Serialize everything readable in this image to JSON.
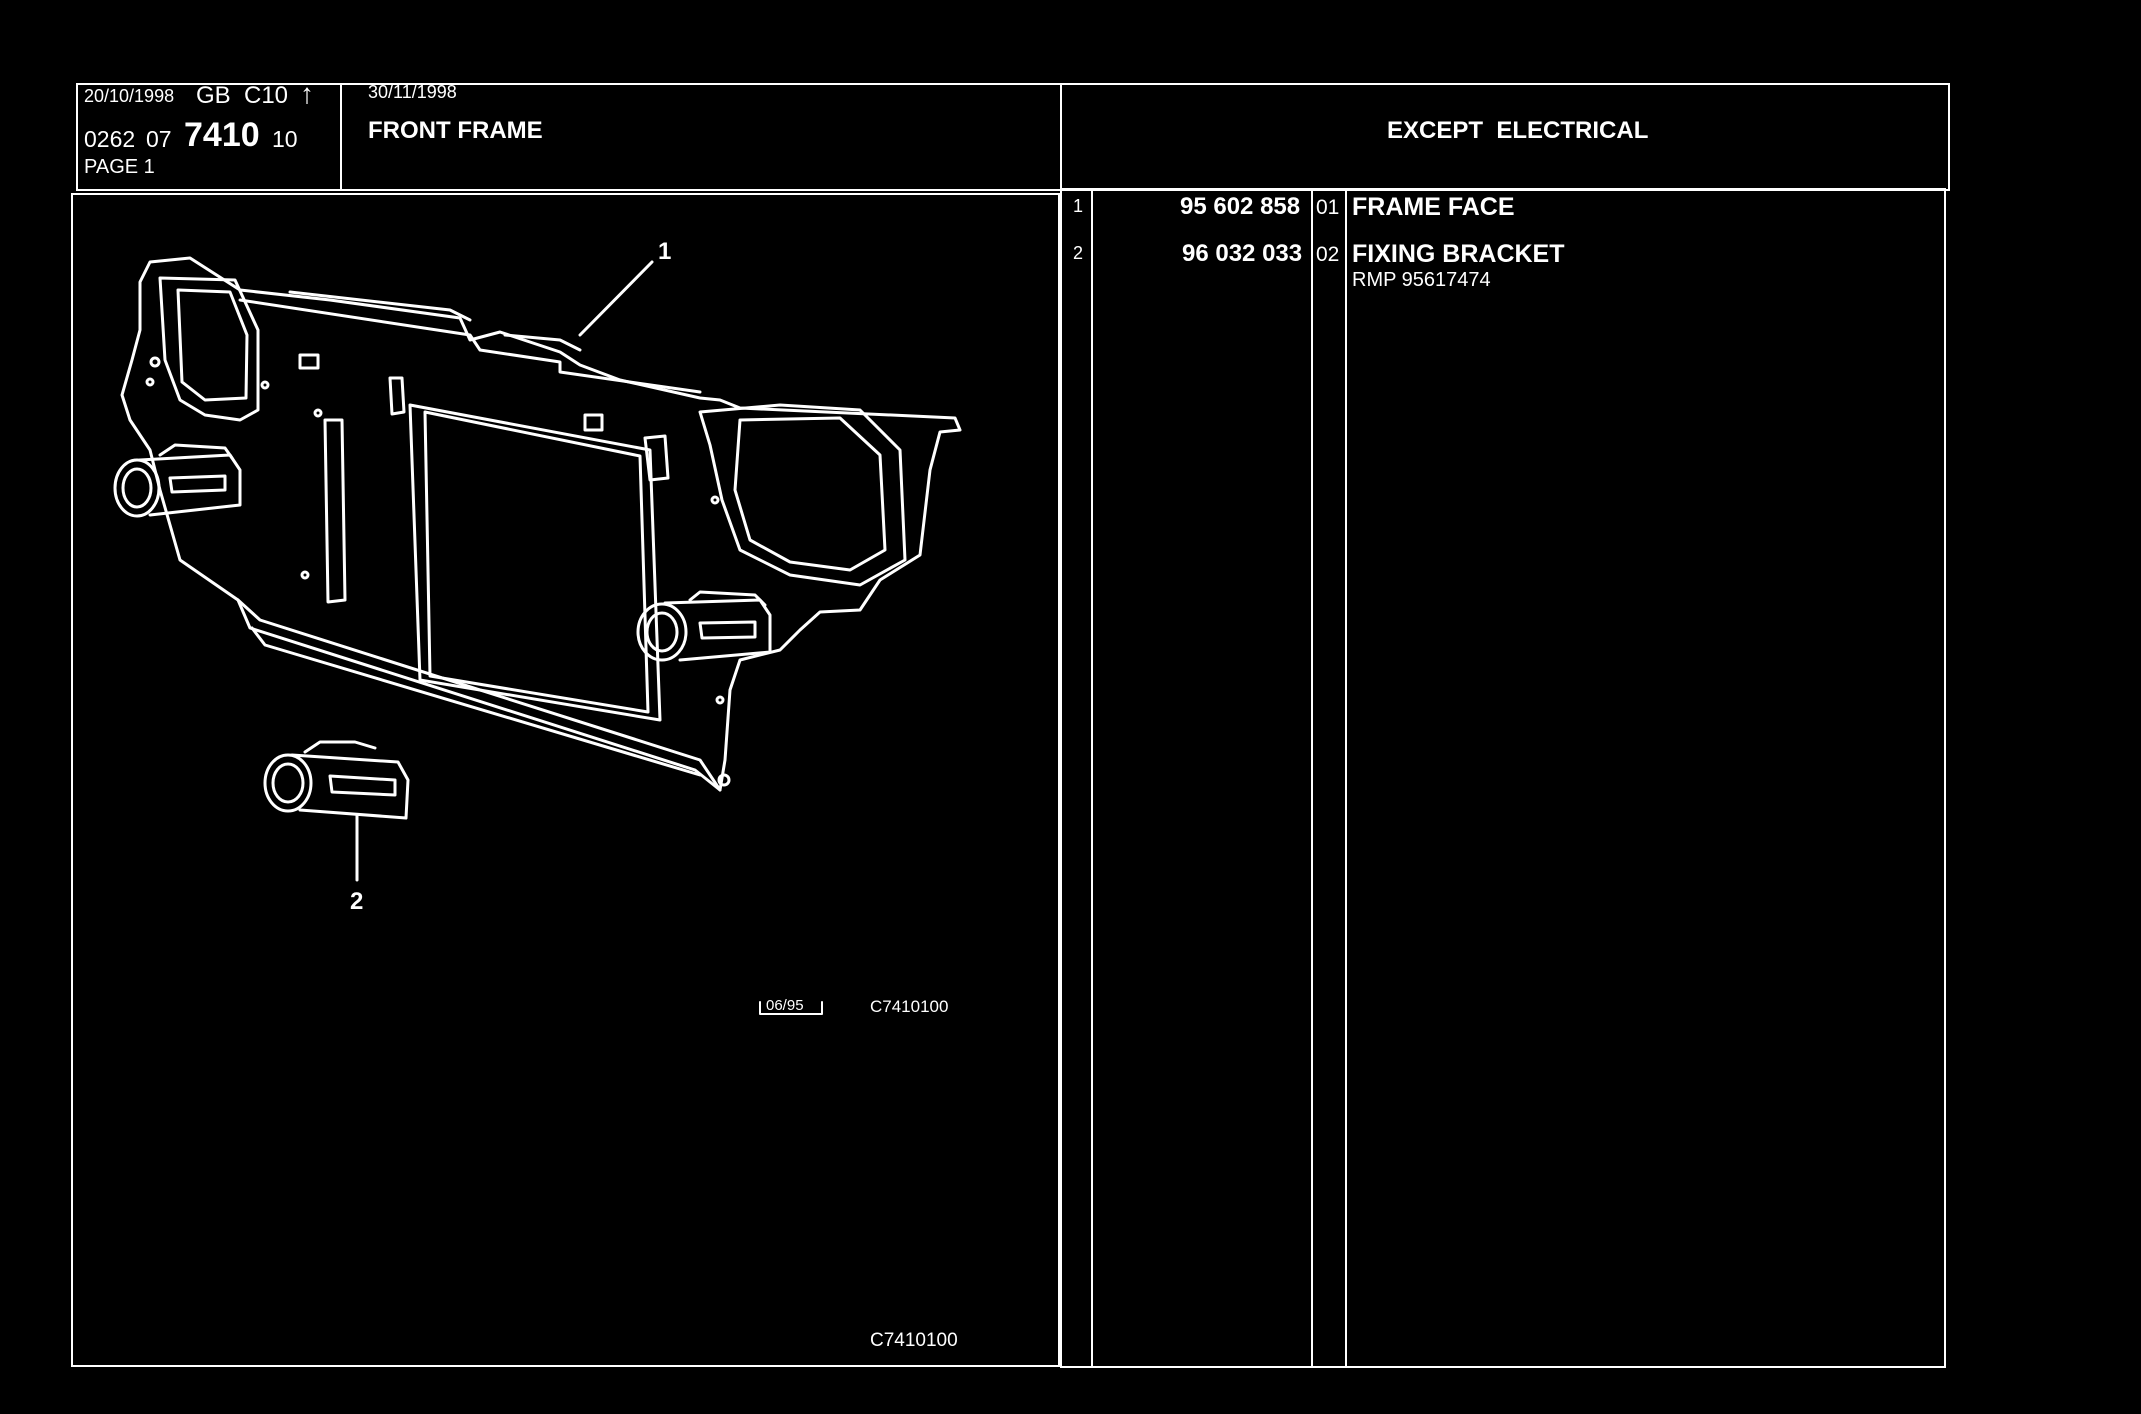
{
  "header": {
    "print_date": "20/10/1998",
    "lang_code": "GB",
    "model_code": "C10",
    "arrow_icon": "up-arrow-icon",
    "ref_a": "0262",
    "ref_b": "07",
    "ref_main": "7410",
    "ref_c": "10",
    "page_label": "PAGE",
    "page_number": "1",
    "update_date": "30/11/1998",
    "section_title": "FRONT FRAME",
    "applicability": "EXCEPT  ELECTRICAL"
  },
  "illustration": {
    "callouts": [
      "1",
      "2"
    ],
    "date_box": "06/95",
    "code_upper": "C7410100",
    "code_lower": "C7410100"
  },
  "parts": [
    {
      "item": "1",
      "part_number": "95 602 858",
      "qty": "01",
      "description": "FRAME FACE",
      "note": ""
    },
    {
      "item": "2",
      "part_number": "96 032 033",
      "qty": "02",
      "description": "FIXING BRACKET",
      "note": "RMP 95617474"
    }
  ]
}
